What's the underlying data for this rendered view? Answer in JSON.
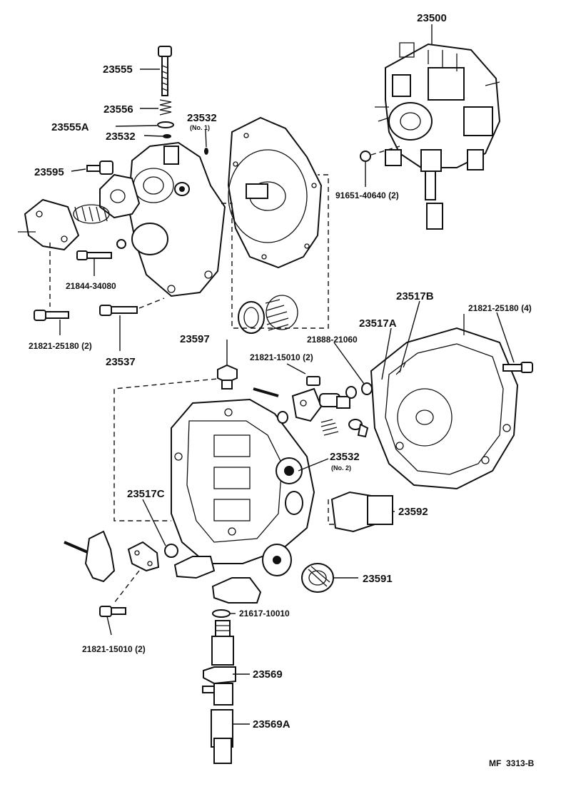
{
  "parts": {
    "p23500": "23500",
    "p23555": "23555",
    "p23556": "23556",
    "p23555A": "23555A",
    "p23532_no1": "23532",
    "no1_note": "(No. 1)",
    "p23532": "23532",
    "p23595": "23595",
    "p91651": "91651-40640 (2)",
    "p21844": "21844-34080",
    "p21821_25180_2": "21821-25180 (2)",
    "p23537": "23537",
    "p23517B": "23517B",
    "p21821_25180_4": "21821-25180 (4)",
    "p23517A": "23517A",
    "p21888": "21888-21060",
    "p23597": "23597",
    "p21821_15010_2a": "21821-15010 (2)",
    "p23532_no2": "23532",
    "no2_note": "(No. 2)",
    "p23517C": "23517C",
    "p23592": "23592",
    "p23591": "23591",
    "p21617": "21617-10010",
    "p21821_15010_2b": "21821-15010 (2)",
    "p23569": "23569",
    "p23569A": "23569A"
  },
  "footer": {
    "code": "MF  3313-B"
  }
}
